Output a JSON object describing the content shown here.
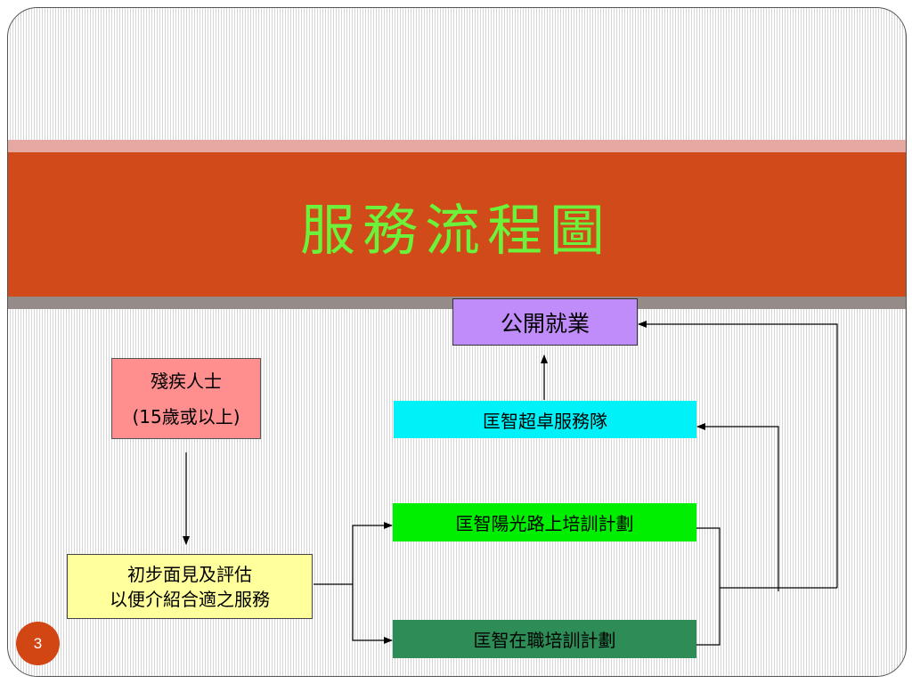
{
  "slide": {
    "title": "服務流程圖",
    "page_number": "3"
  },
  "nodes": {
    "open_employment": "公開就業",
    "disabled_persons": {
      "line1": "殘疾人士",
      "line2": "(15歲或以上)"
    },
    "elite_service_team": "匡智超卓服務隊",
    "sunshine_training": "匡智陽光路上培訓計劃",
    "assessment": {
      "line1": "初步面見及評估",
      "line2": "以便介紹合適之服務"
    },
    "in_service_training": "匡智在職培訓計劃"
  },
  "colors": {
    "title_bar": "#d04a1a",
    "title_text": "#6cf23a",
    "open_employment": "#bf8cf9",
    "disabled_persons": "#ff8f8f",
    "elite_service_team": "#00f2f8",
    "sunshine_training": "#00ef00",
    "assessment": "#ffff9c",
    "in_service_training": "#2e8c56",
    "page_badge": "#d24613"
  }
}
